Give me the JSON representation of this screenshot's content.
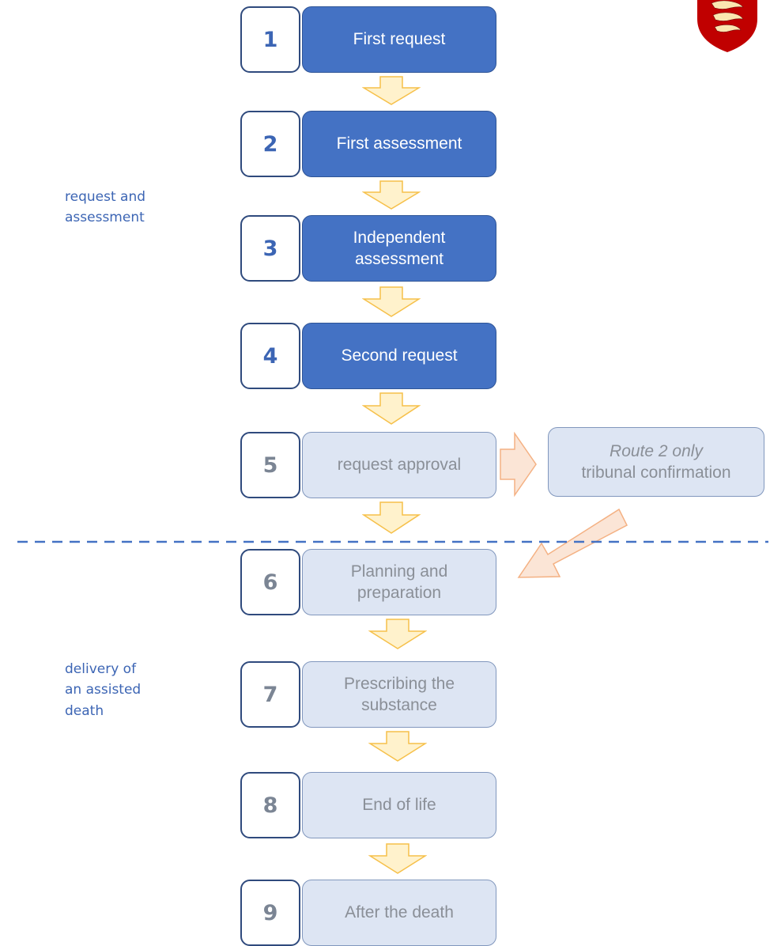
{
  "phases": [
    {
      "label": "request and\nassessment"
    },
    {
      "label": "delivery of\nan assisted\ndeath"
    }
  ],
  "steps": [
    {
      "number": "1",
      "text": "First request",
      "state": "active"
    },
    {
      "number": "2",
      "text": "First assessment",
      "state": "active"
    },
    {
      "number": "3",
      "text": "Independent\nassessment",
      "state": "active"
    },
    {
      "number": "4",
      "text": "Second request",
      "state": "active"
    },
    {
      "number": "5",
      "text": "request approval",
      "state": "muted"
    },
    {
      "number": "6",
      "text": "Planning and\npreparation",
      "state": "muted"
    },
    {
      "number": "7",
      "text": "Prescribing the\nsubstance",
      "state": "muted"
    },
    {
      "number": "8",
      "text": "End of life",
      "state": "muted"
    },
    {
      "number": "9",
      "text": "After the death",
      "state": "muted"
    }
  ],
  "tribunal": {
    "route": "Route 2 only",
    "text": "tribunal confirmation"
  },
  "colors": {
    "active_fill": "#4472c4",
    "muted_fill": "#dde5f3",
    "number_border": "#2f4a7d",
    "arrow_fill": "#fff2cc",
    "arrow_stroke": "#f6c04a",
    "side_arrow_fill": "#fbe5d6",
    "side_arrow_stroke": "#f4b183",
    "divider": "#4472c4",
    "crest_red": "#c00000"
  },
  "icons": {
    "crest": "jersey-coat-of-arms-icon"
  }
}
